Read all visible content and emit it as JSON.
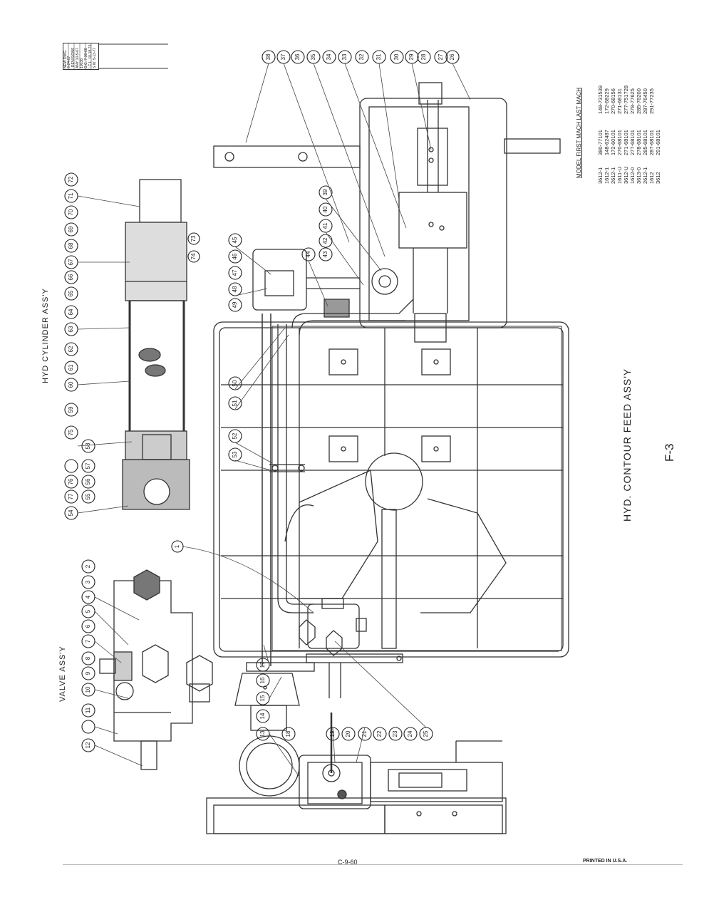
{
  "title": "HYD. CONTOUR FEED ASS'Y",
  "figure": "F-3",
  "footer": {
    "code": "C-9-60",
    "printed": "PRINTED IN U.S.A."
  },
  "subassemblies": {
    "cylinder": "HYD CYLINDER ASS'Y",
    "valve": "VALVE ASS'Y"
  },
  "revisions": {
    "lines": [
      "NEW DWG",
      "8-24-67",
      "REVISIONS",
      "ANY 10-5-67",
      "10038",
      "D.C. 7-30-68",
      "I.C.L. 10-18-74",
      "S.W. 5-13-77"
    ]
  },
  "model_table": {
    "headers": [
      "MODEL",
      "FIRST MACH",
      "LAST MACH"
    ],
    "rows": [
      [
        "3612-1",
        "380-77101",
        "148-731539"
      ],
      [
        "1612-1",
        "148-62487",
        "172-68229"
      ],
      [
        "2612-1",
        "172-60101",
        "270-68156"
      ],
      [
        "1611-U",
        "270-68101",
        "271-68131"
      ],
      [
        "3612-U",
        "271-68101",
        "277-751728"
      ],
      [
        "1612-0",
        "277-68101",
        "278-77625"
      ],
      [
        "3613-0",
        "278-68101",
        "285-76200"
      ],
      [
        "2612-1",
        "285-68101",
        "287-76450"
      ],
      [
        "1612",
        "287-68101",
        "291-77235"
      ],
      [
        "3612",
        "291-68101",
        ""
      ]
    ]
  },
  "callouts": {
    "left_group": [
      "1",
      "2",
      "3",
      "4",
      "5",
      "6",
      "7",
      "8",
      "9",
      "10",
      "11",
      "12"
    ],
    "cylinder_group": [
      "54",
      "55",
      "56",
      "57",
      "58",
      "59",
      "60",
      "61",
      "62",
      "63",
      "64",
      "65",
      "66",
      "67",
      "68",
      "69",
      "70",
      "71",
      "72",
      "73",
      "74",
      "75",
      "76",
      "77"
    ],
    "lower_group": [
      "13",
      "14",
      "15",
      "16",
      "17",
      "18",
      "19",
      "20",
      "21",
      "22",
      "23",
      "24",
      "25"
    ],
    "middle_group": [
      "39",
      "40",
      "41",
      "42",
      "43",
      "44",
      "45",
      "46",
      "47",
      "48",
      "49",
      "50",
      "51",
      "52",
      "53"
    ],
    "top_group": [
      "26",
      "27",
      "28",
      "29",
      "30",
      "31",
      "32",
      "33",
      "34",
      "35",
      "36",
      "37",
      "38"
    ]
  }
}
